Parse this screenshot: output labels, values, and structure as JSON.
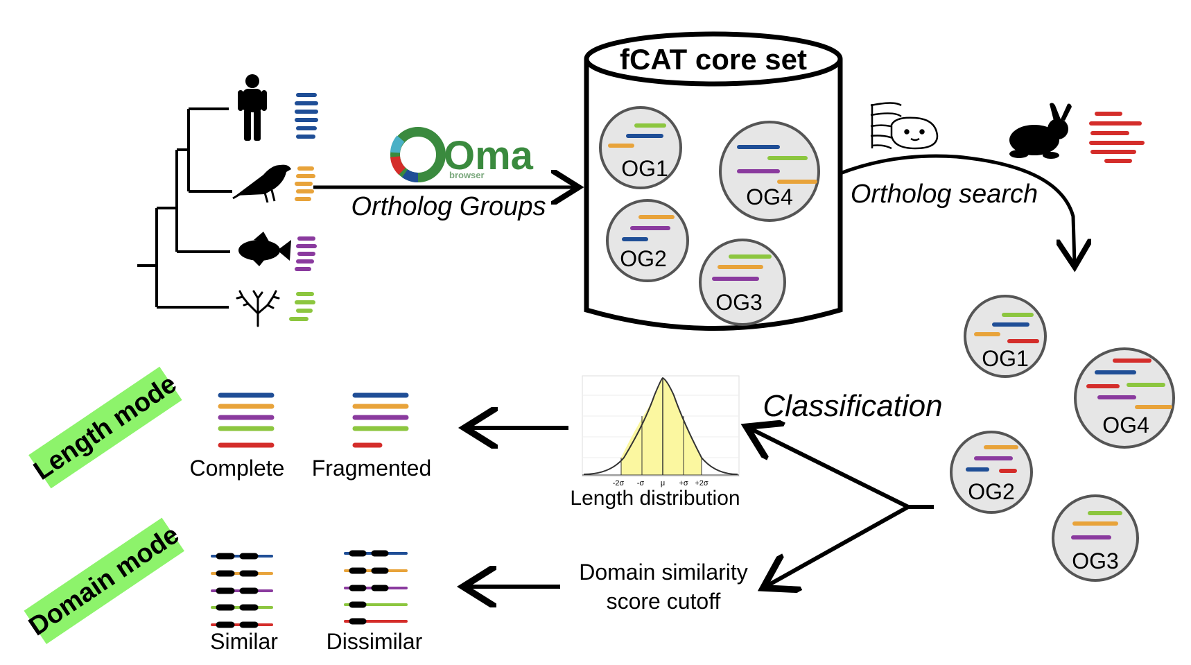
{
  "colors": {
    "blue": "#1f4e96",
    "orange": "#e8a33a",
    "purple": "#8a3a9e",
    "green": "#8cc63f",
    "red": "#d42d2a",
    "mode_bg": "#8df36b",
    "oma_green": "#3a8a3e",
    "curve_fill": "#fbf7a0"
  },
  "core_set": {
    "title": "fCAT core set"
  },
  "oma": {
    "logo_text": "Oma",
    "sub_text": "browser"
  },
  "labels": {
    "ortholog_groups": "Ortholog Groups",
    "ortholog_search": "Ortholog search",
    "classification": "Classification",
    "length_distribution": "Length distribution",
    "domain_cutoff_line1": "Domain similarity",
    "domain_cutoff_line2": "score cutoff"
  },
  "og_labels": {
    "og1": "OG1",
    "og2": "OG2",
    "og3": "OG3",
    "og4": "OG4"
  },
  "length_mode": {
    "badge": "Length mode",
    "complete": "Complete",
    "fragmented": "Fragmented"
  },
  "domain_mode": {
    "badge": "Domain mode",
    "similar": "Similar",
    "dissimilar": "Dissimilar"
  },
  "distribution_ticks": [
    "-2σ",
    "-σ",
    "μ",
    "+σ",
    "+2σ"
  ],
  "icons": {
    "species": [
      "human-icon",
      "bird-icon",
      "fish-icon",
      "coral-icon"
    ],
    "query": [
      "rabbit-icon",
      "dog-dna-icon"
    ]
  }
}
